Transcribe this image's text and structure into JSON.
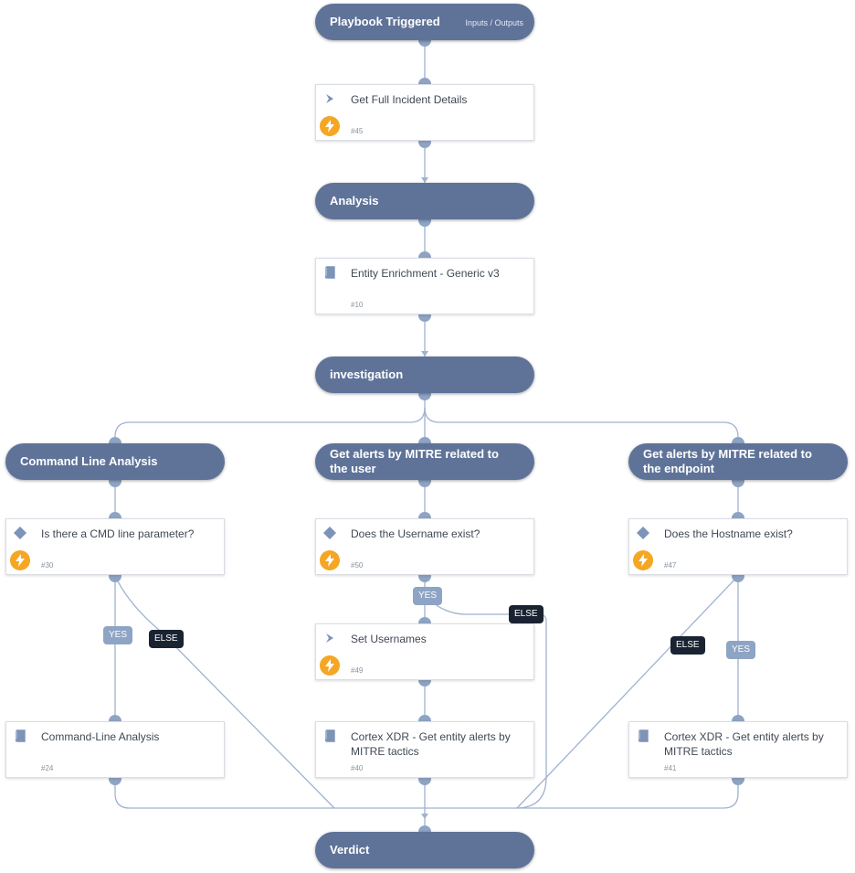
{
  "headers": {
    "trigger": {
      "title": "Playbook Triggered",
      "io_link": "Inputs / Outputs"
    },
    "analysis": {
      "title": "Analysis"
    },
    "investigation": {
      "title": "investigation"
    },
    "cmd_section": {
      "title": "Command Line Analysis"
    },
    "user_section": {
      "title": "Get alerts by MITRE related to the user"
    },
    "endpoint_section": {
      "title": "Get alerts by MITRE related to the endpoint"
    },
    "verdict": {
      "title": "Verdict"
    }
  },
  "tasks": {
    "get_incident": {
      "title": "Get Full Incident Details",
      "id": "#45",
      "icon": "chevron-icon",
      "automated": true
    },
    "enrichment": {
      "title": "Entity Enrichment - Generic v3",
      "id": "#10",
      "icon": "book-icon",
      "automated": false
    },
    "cmd_condition": {
      "title": "Is there a CMD line parameter?",
      "id": "#30",
      "icon": "diamond-icon",
      "automated": true
    },
    "user_condition": {
      "title": "Does the Username exist?",
      "id": "#50",
      "icon": "diamond-icon",
      "automated": true
    },
    "host_condition": {
      "title": "Does the Hostname exist?",
      "id": "#47",
      "icon": "diamond-icon",
      "automated": true
    },
    "set_usernames": {
      "title": "Set Usernames",
      "id": "#49",
      "icon": "chevron-icon",
      "automated": true
    },
    "cmd_analysis": {
      "title": "Command-Line Analysis",
      "id": "#24",
      "icon": "book-icon",
      "automated": false
    },
    "xdr_user": {
      "title": "Cortex XDR - Get entity alerts by MITRE tactics",
      "id": "#40",
      "icon": "book-icon",
      "automated": false
    },
    "xdr_host": {
      "title": "Cortex XDR - Get entity alerts by MITRE tactics",
      "id": "#41",
      "icon": "book-icon",
      "automated": false
    }
  },
  "branch_labels": {
    "yes": "YES",
    "else": "ELSE"
  },
  "colors": {
    "header": "#5f7399",
    "connector": "#8ea4c4",
    "else_label": "#1a2332",
    "automation": "#f5a623"
  }
}
